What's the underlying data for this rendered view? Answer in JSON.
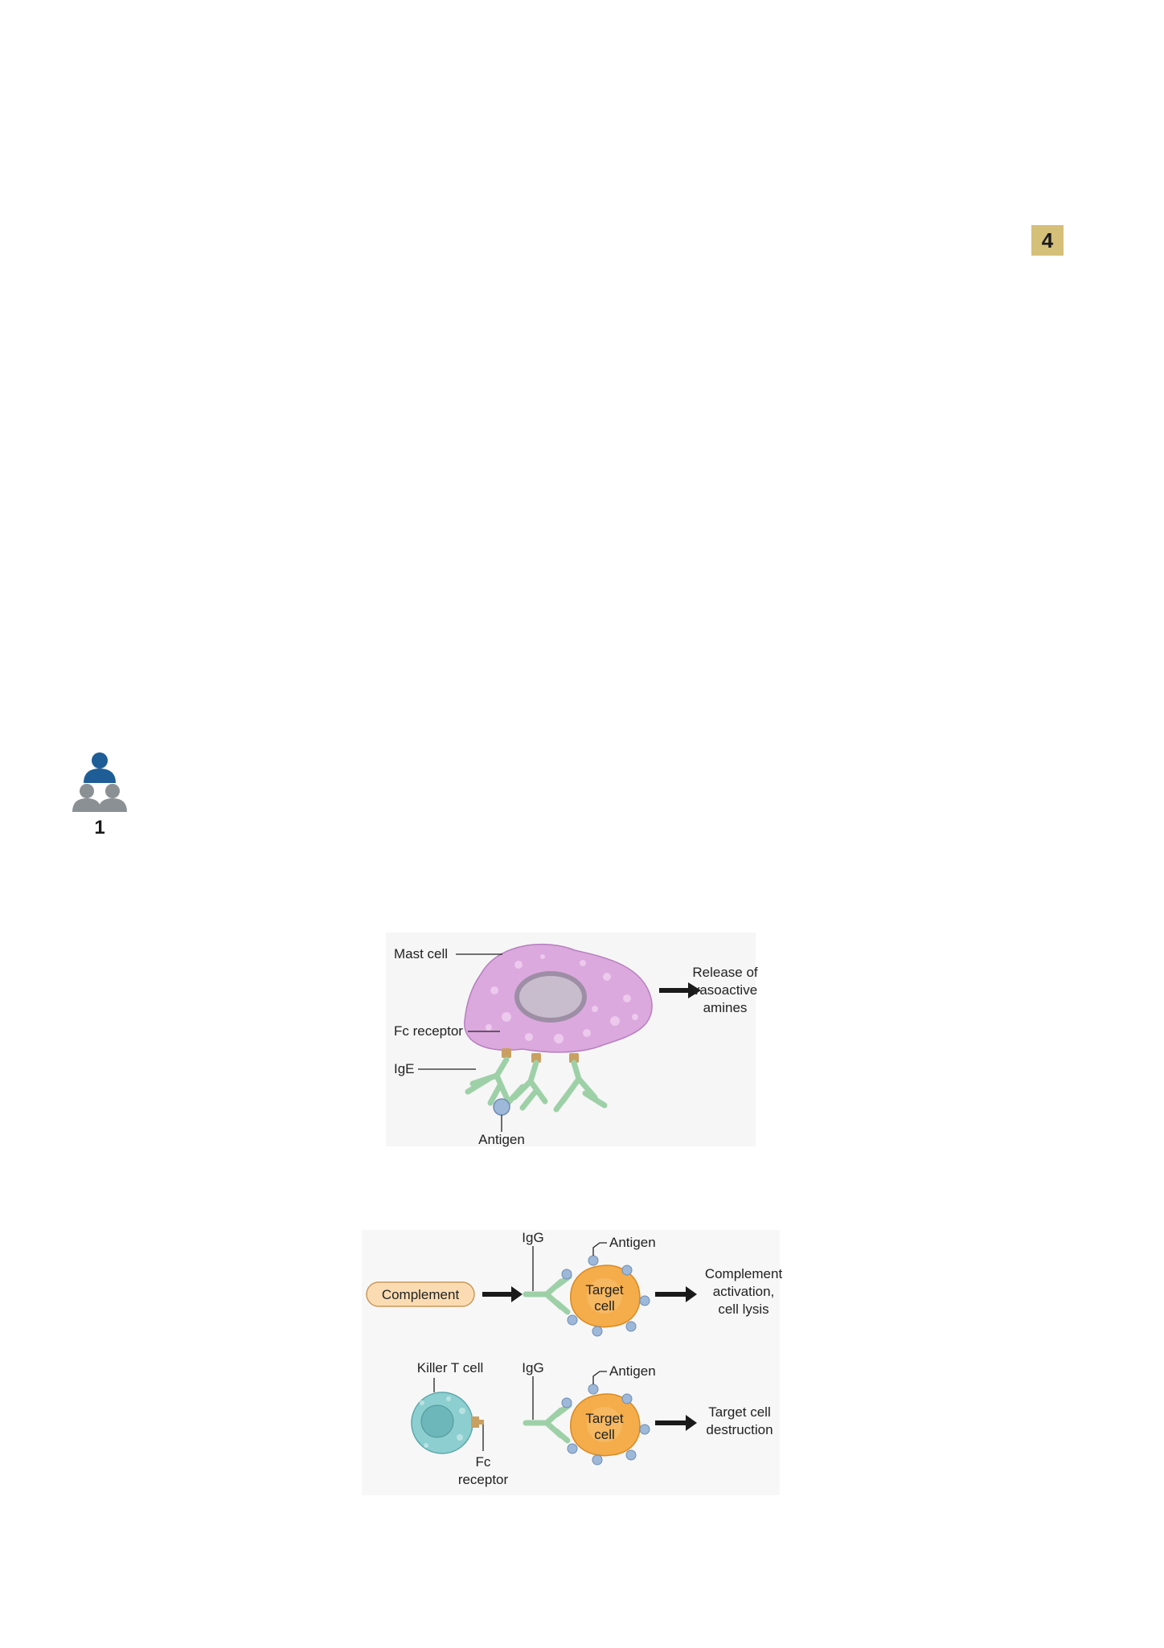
{
  "badge": {
    "number": "4"
  },
  "people_icon": {
    "count": "1"
  },
  "figure_a": {
    "mast_cell": "Mast cell",
    "fc_receptor": "Fc receptor",
    "ige": "IgE",
    "antigen": "Antigen",
    "release_line1": "Release of",
    "release_line2": "vasoactive",
    "release_line3": "amines"
  },
  "figure_b": {
    "igg": "IgG",
    "antigen": "Antigen",
    "complement": "Complement",
    "target_line1": "Target",
    "target_line2": "cell",
    "outcome_line1": "Complement",
    "outcome_line2": "activation,",
    "outcome_line3": "cell lysis"
  },
  "figure_c": {
    "killer": "Killer T cell",
    "igg": "IgG",
    "antigen": "Antigen",
    "target_line1": "Target",
    "target_line2": "cell",
    "fc_line1": "Fc",
    "fc_line2": "receptor",
    "outcome_line1": "Target cell",
    "outcome_line2": "destruction"
  },
  "colors": {
    "mast_cell": "#d9a9d9",
    "antibody": "#9ed0a8",
    "target_cell": "#f4ad4a",
    "killer_cell": "#8dcfd0",
    "antigen": "#9db8d8",
    "complement_fill": "#fbdcb2",
    "badge": "#d5c07a",
    "icon_blue": "#1f5d96",
    "icon_gray": "#8a9094"
  }
}
